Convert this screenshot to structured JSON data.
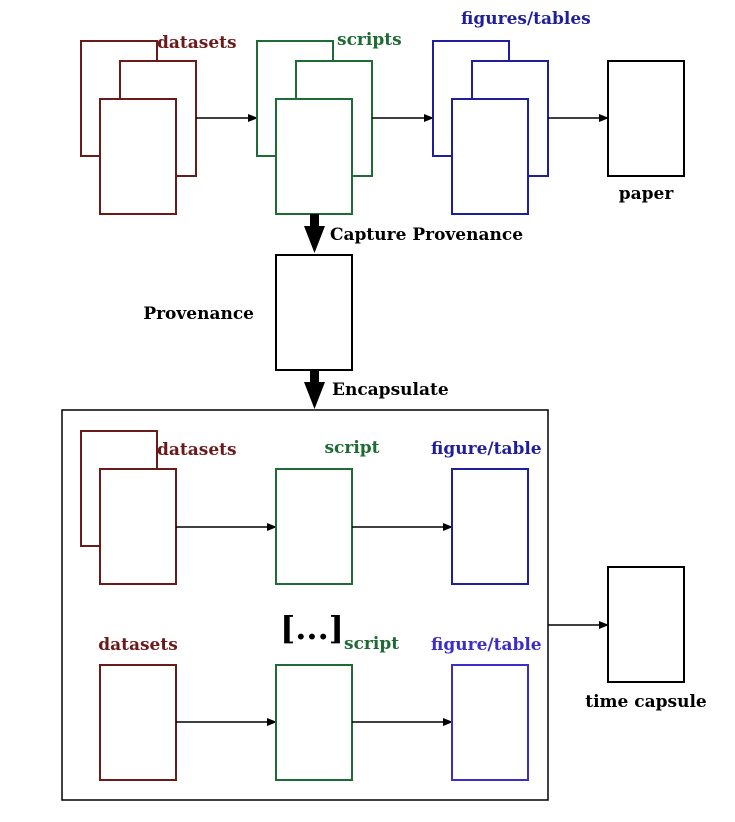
{
  "colors": {
    "datasets": "#6b1a1a",
    "scripts": "#1e6b35",
    "figures": "#1f1f9c",
    "figures_light": "#3b2ccc",
    "black": "#000000"
  },
  "top_row": {
    "datasets_label": "datasets",
    "scripts_label": "scripts",
    "figures_label": "figures/tables",
    "paper_label": "paper"
  },
  "steps": {
    "capture_label": "Capture Provenance",
    "provenance_label": "Provenance",
    "encapsulate_label": "Encapsulate"
  },
  "capsule": {
    "row1": {
      "datasets_label": "datasets",
      "script_label": "script",
      "figure_label": "figure/table"
    },
    "ellipsis_label": "[...]",
    "row2": {
      "datasets_label": "datasets",
      "script_label": "script",
      "figure_label": "figure/table"
    },
    "time_capsule_label": "time capsule"
  }
}
